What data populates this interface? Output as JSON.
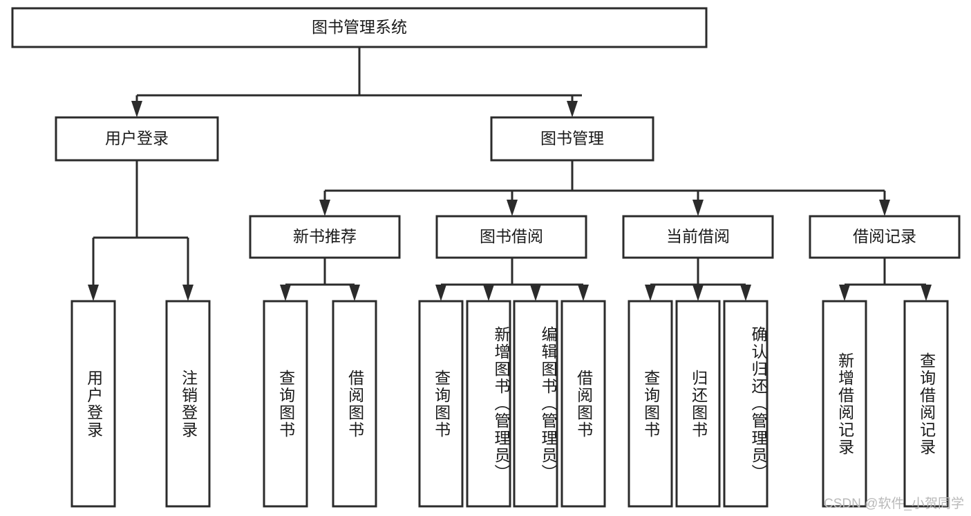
{
  "diagram": {
    "title": "图书管理系统",
    "watermark": "CSDN @软件_小贺同学",
    "colors": {
      "stroke": "#2b2b2b",
      "fill": "#ffffff",
      "text": "#1a1a1a",
      "watermark": "#b9b9b9"
    },
    "levels": {
      "root": {
        "label": "图书管理系统"
      },
      "level2": [
        {
          "label": "用户登录"
        },
        {
          "label": "图书管理"
        }
      ],
      "level3": [
        {
          "label": "新书推荐"
        },
        {
          "label": "图书借阅"
        },
        {
          "label": "当前借阅"
        },
        {
          "label": "借阅记录"
        }
      ],
      "leaves": [
        {
          "label": "用户登录",
          "parent": "用户登录"
        },
        {
          "label": "注销登录",
          "parent": "用户登录"
        },
        {
          "label": "查询图书",
          "parent": "新书推荐"
        },
        {
          "label": "借阅图书",
          "parent": "新书推荐"
        },
        {
          "label": "查询图书",
          "parent": "图书借阅"
        },
        {
          "label": "新增图书（管理员）",
          "parent": "图书借阅"
        },
        {
          "label": "编辑图书（管理员）",
          "parent": "图书借阅"
        },
        {
          "label": "借阅图书",
          "parent": "图书借阅"
        },
        {
          "label": "查询图书",
          "parent": "当前借阅"
        },
        {
          "label": "归还图书",
          "parent": "当前借阅"
        },
        {
          "label": "确认归还（管理员）",
          "parent": "当前借阅"
        },
        {
          "label": "新增借阅记录",
          "parent": "借阅记录"
        },
        {
          "label": "查询借阅记录",
          "parent": "借阅记录"
        }
      ]
    }
  }
}
